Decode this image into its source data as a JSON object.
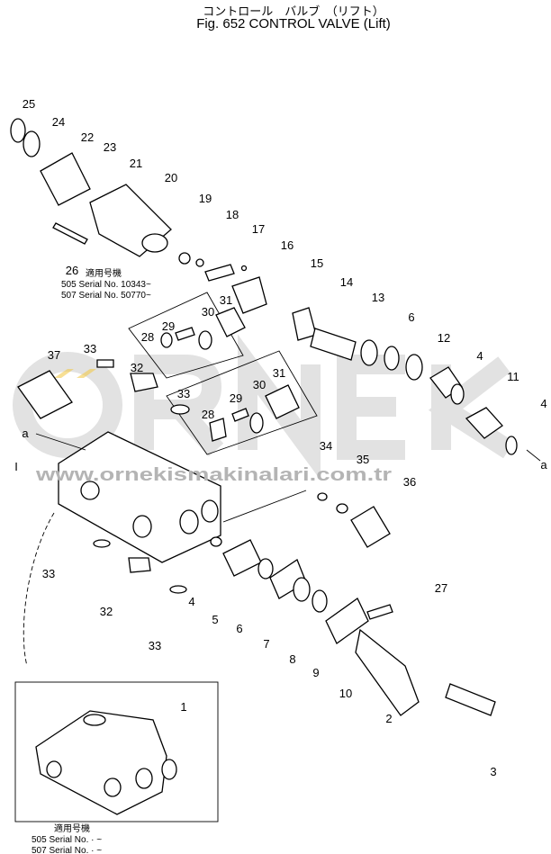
{
  "title": {
    "japanese": "コントロール　バルブ　（リフト）",
    "english": "Fig. 652 CONTROL  VALVE  (Lift)"
  },
  "watermark": {
    "brand": "ORNEK",
    "url": "www.ornekismakinalari.com.tr"
  },
  "serial_upper": {
    "heading": "適用号機",
    "line1": "505 Serial No. 10343~",
    "line2": "507 Serial No. 50770~"
  },
  "serial_lower": {
    "heading": "適用号機",
    "line1": "505 Serial No. · ~",
    "line2": "507 Serial No. · ~"
  },
  "callouts": {
    "c25": "25",
    "c24": "24",
    "c22": "22",
    "c23": "23",
    "c21": "21",
    "c20": "20",
    "c19": "19",
    "c18": "18",
    "c17": "17",
    "c16": "16",
    "c15": "15",
    "c14": "14",
    "c13": "13",
    "c6a": "6",
    "c12": "12",
    "c4a": "4",
    "c11": "11",
    "c4b": "4",
    "c26": "26",
    "c31a": "31",
    "c30a": "30",
    "c29a": "29",
    "c28a": "28",
    "c37": "37",
    "c33a": "33",
    "c32a": "32",
    "c33b": "33",
    "c31b": "31",
    "c30b": "30",
    "c29b": "29",
    "c28b": "28",
    "c34": "34",
    "c35": "35",
    "c36": "36",
    "cI": "I",
    "ca1": "a",
    "ca2": "a",
    "c33c": "33",
    "c32b": "32",
    "c33d": "33",
    "c4c": "4",
    "c5": "5",
    "c6b": "6",
    "c7": "7",
    "c8": "8",
    "c9": "9",
    "c10": "10",
    "c27": "27",
    "c2": "2",
    "c3": "3",
    "c1": "1"
  }
}
